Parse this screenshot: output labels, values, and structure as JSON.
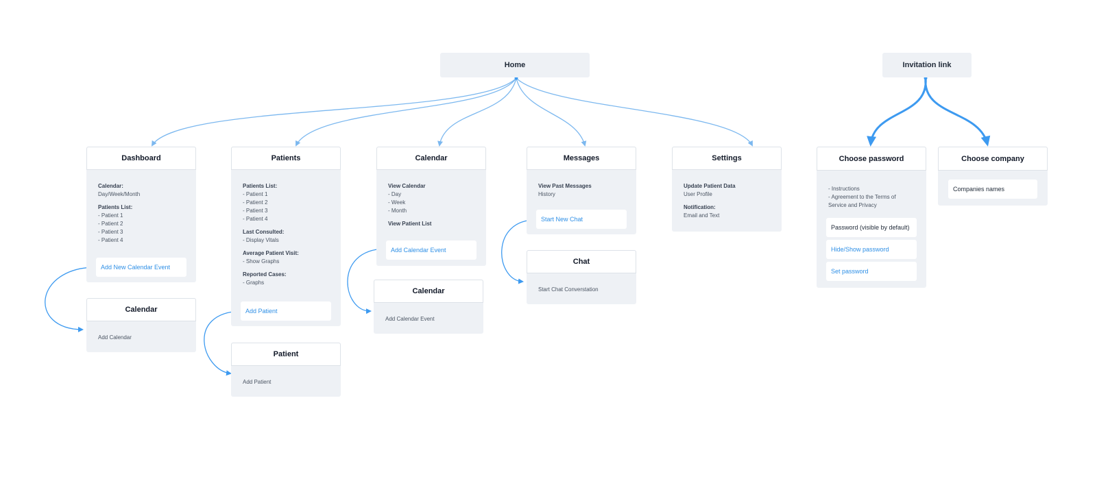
{
  "colors": {
    "connector": "#7cb8ef",
    "connector_bold": "#3d9af0",
    "card_bg": "#eef1f5",
    "link_text": "#2e8fe6"
  },
  "roots": {
    "home": "Home",
    "invitation": "Invitation link"
  },
  "dashboard": {
    "title": "Dashboard",
    "blocks": [
      {
        "title": "Calendar:",
        "lines": [
          "Day/Week/Month"
        ]
      },
      {
        "title": "Patients List:",
        "lines": [
          "- Patient 1",
          "- Patient 2",
          "- Patient 3",
          "- Patient 4"
        ]
      }
    ],
    "action": "Add New Calendar Event"
  },
  "dashboard_calendar": {
    "title": "Calendar",
    "text": "Add Calendar"
  },
  "patients": {
    "title": "Patients",
    "blocks": [
      {
        "title": "Patients List:",
        "lines": [
          "- Patient 1",
          "- Patient 2",
          "- Patient 3",
          "- Patient 4"
        ]
      },
      {
        "title": "Last Consulted:",
        "lines": [
          "- Display Vitals"
        ]
      },
      {
        "title": "Average Patient Visit:",
        "lines": [
          "- Show Graphs"
        ]
      },
      {
        "title": "Reported Cases:",
        "lines": [
          "- Graphs"
        ]
      }
    ],
    "action": "Add Patient"
  },
  "patient": {
    "title": "Patient",
    "text": "Add Patient"
  },
  "calendar": {
    "title": "Calendar",
    "blocks": [
      {
        "title": "View Calendar",
        "lines": [
          "- Day",
          "- Week",
          "- Month"
        ]
      },
      {
        "title": "View Patient List",
        "lines": []
      }
    ],
    "action": "Add Calendar Event"
  },
  "calendar_sub": {
    "title": "Calendar",
    "text": "Add Calendar Event"
  },
  "messages": {
    "title": "Messages",
    "blocks": [
      {
        "title": "View Past Messages",
        "lines": [
          "History"
        ]
      }
    ],
    "action": "Start New Chat"
  },
  "chat": {
    "title": "Chat",
    "text": "Start Chat Converstation"
  },
  "settings": {
    "title": "Settings",
    "blocks": [
      {
        "title": "Update Patient Data",
        "lines": [
          "User Profile"
        ]
      },
      {
        "title": "Notification:",
        "lines": [
          "Email and Text"
        ]
      }
    ]
  },
  "choose_password": {
    "title": "Choose password",
    "notes": [
      "- Instructions",
      "- Agreement to the Terms of",
      "Service and Privacy"
    ],
    "field": "Password (visible by default)",
    "toggle": "Hide/Show password",
    "submit": "Set password"
  },
  "choose_company": {
    "title": "Choose company",
    "field": "Companies names"
  }
}
